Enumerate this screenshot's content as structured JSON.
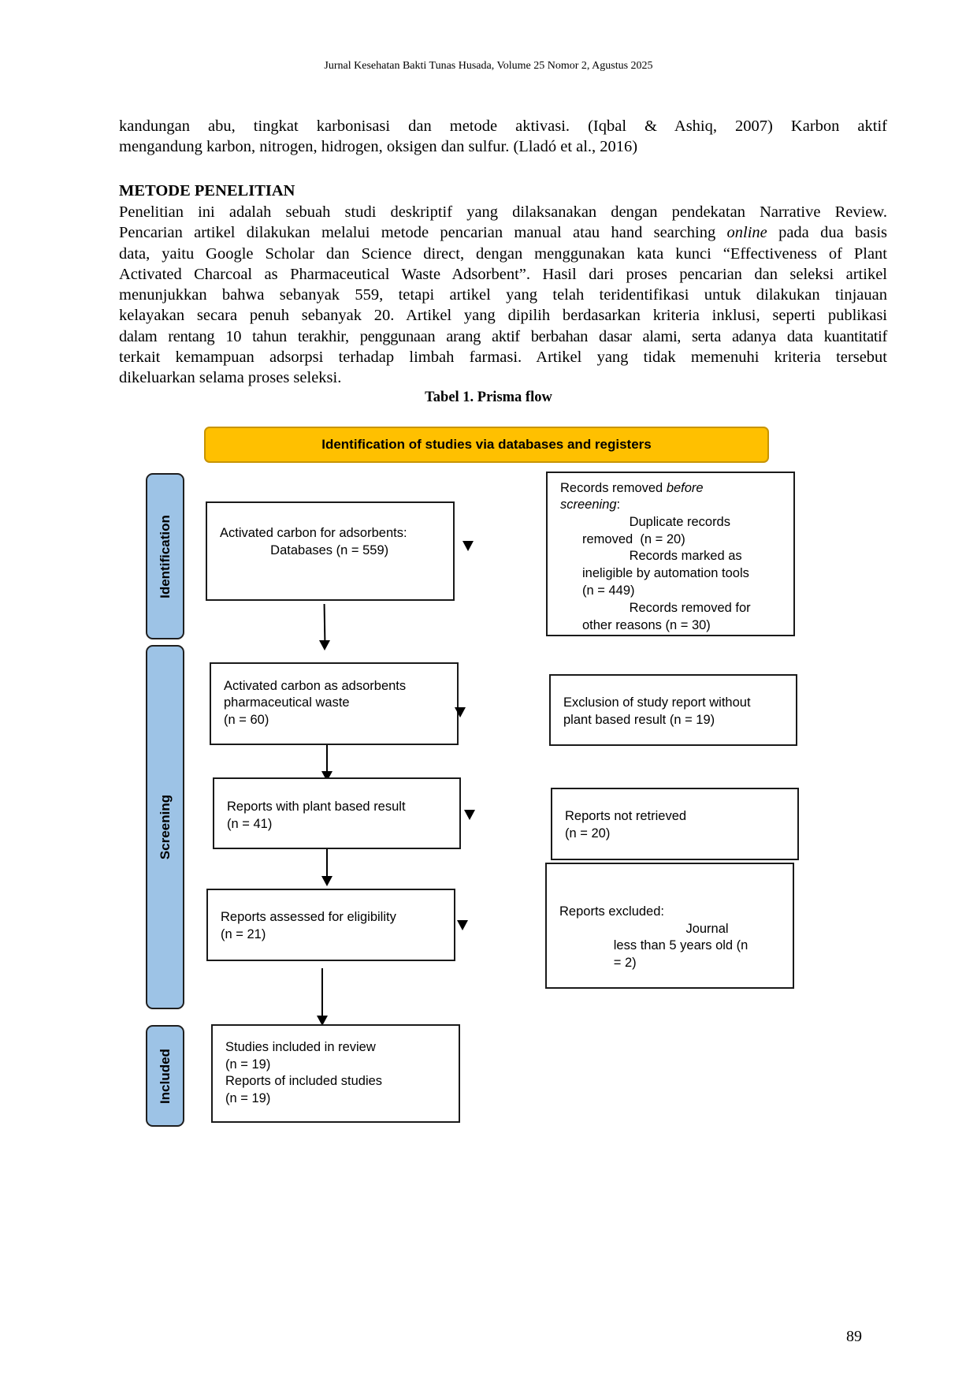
{
  "header": {
    "running_title": "Jurnal Kesehatan Bakti Tunas Husada, Volume 25 Nomor 2, Agustus 2025"
  },
  "intro_paragraph": {
    "lines": [
      "kandungan abu, tingkat karbonisasi dan metode aktivasi. (Iqbal & Ashiq, 2007) Karbon aktif",
      "mengandung karbon, nitrogen, hidrogen, oksigen dan sulfur. (Lladó et al., 2016)"
    ]
  },
  "section": {
    "heading": "METODE PENELITIAN",
    "lines": [
      {
        "pre": "Penelitian ini adalah sebuah studi deskriptif yang dilaksanakan dengan pendekatan Narrative Review.",
        "em": "",
        "post": ""
      },
      {
        "pre": "Pencarian artikel dilakukan melalui metode pencarian manual atau hand searching ",
        "em": "online",
        "post": " pada dua basis"
      },
      {
        "pre": "data, yaitu Google Scholar dan Science direct, dengan menggunakan kata kunci “Effectiveness of Plant",
        "em": "",
        "post": ""
      },
      {
        "pre": "Activated Charcoal as Pharmaceutical Waste Adsorbent”. Hasil dari proses pencarian dan seleksi artikel",
        "em": "",
        "post": ""
      },
      {
        "pre": "menunjukkan bahwa sebanyak 559, tetapi artikel yang telah teridentifikasi untuk dilakukan tinjauan",
        "em": "",
        "post": ""
      },
      {
        "pre": "kelayakan secara penuh sebanyak 20. Artikel yang dipilih berdasarkan kriteria inklusi, seperti publikasi",
        "em": "",
        "post": ""
      },
      {
        "pre": "dalam rentang 10 tahun terakhir, penggunaan arang aktif berbahan dasar alami, serta adanya data kuantitatif",
        "em": "",
        "post": ""
      },
      {
        "pre": "terkait kemampuan adsorpsi terhadap limbah farmasi. Artikel yang tidak memenuhi kriteria tersebut",
        "em": "",
        "post": ""
      },
      {
        "pre": "dikeluarkan selama proses seleksi.",
        "em": "",
        "post": ""
      }
    ]
  },
  "figure": {
    "caption": "Tabel 1. Prisma flow",
    "banner": "Identification of studies via databases and registers",
    "phases": {
      "identification": "Identification",
      "screening": "Screening",
      "included": "Included"
    },
    "boxes": {
      "databases": [
        "Activated carbon for adsorbents:",
        "              Databases (n = 559)"
      ],
      "removed_before": {
        "line1_pre": "Records removed ",
        "line1_em": "before",
        "line2_em": "screening",
        "line2_post": ":",
        "rest": [
          "             Duplicate records",
          "removed  (n = 20)",
          "             Records marked as",
          "ineligible by automation tools",
          "(n = 449)",
          "             Records removed for",
          "other reasons (n = 30)"
        ]
      },
      "pharma_waste": [
        "Activated carbon as adsorbents",
        "pharmaceutical waste",
        "(n = 60)"
      ],
      "exclusion_no_plant": [
        "Exclusion of study report without",
        "plant based result (n = 19)"
      ],
      "plant_based": [
        "Reports with plant based result",
        "(n = 41)"
      ],
      "not_retrieved": [
        "Reports not retrieved",
        "(n = 20)"
      ],
      "assessed": [
        "Reports assessed for eligibility",
        "(n = 21)"
      ],
      "excluded": [
        "Reports excluded:",
        "                                   Journal",
        "               less than 5 years old (n",
        "               = 2)"
      ],
      "included": [
        "Studies included in review",
        "(n = 19)",
        "Reports of included studies",
        "(n = 19)"
      ]
    },
    "colors": {
      "banner": "#ffc000",
      "phase": "#9dc3e6"
    }
  },
  "footer": {
    "page_number": "89"
  }
}
